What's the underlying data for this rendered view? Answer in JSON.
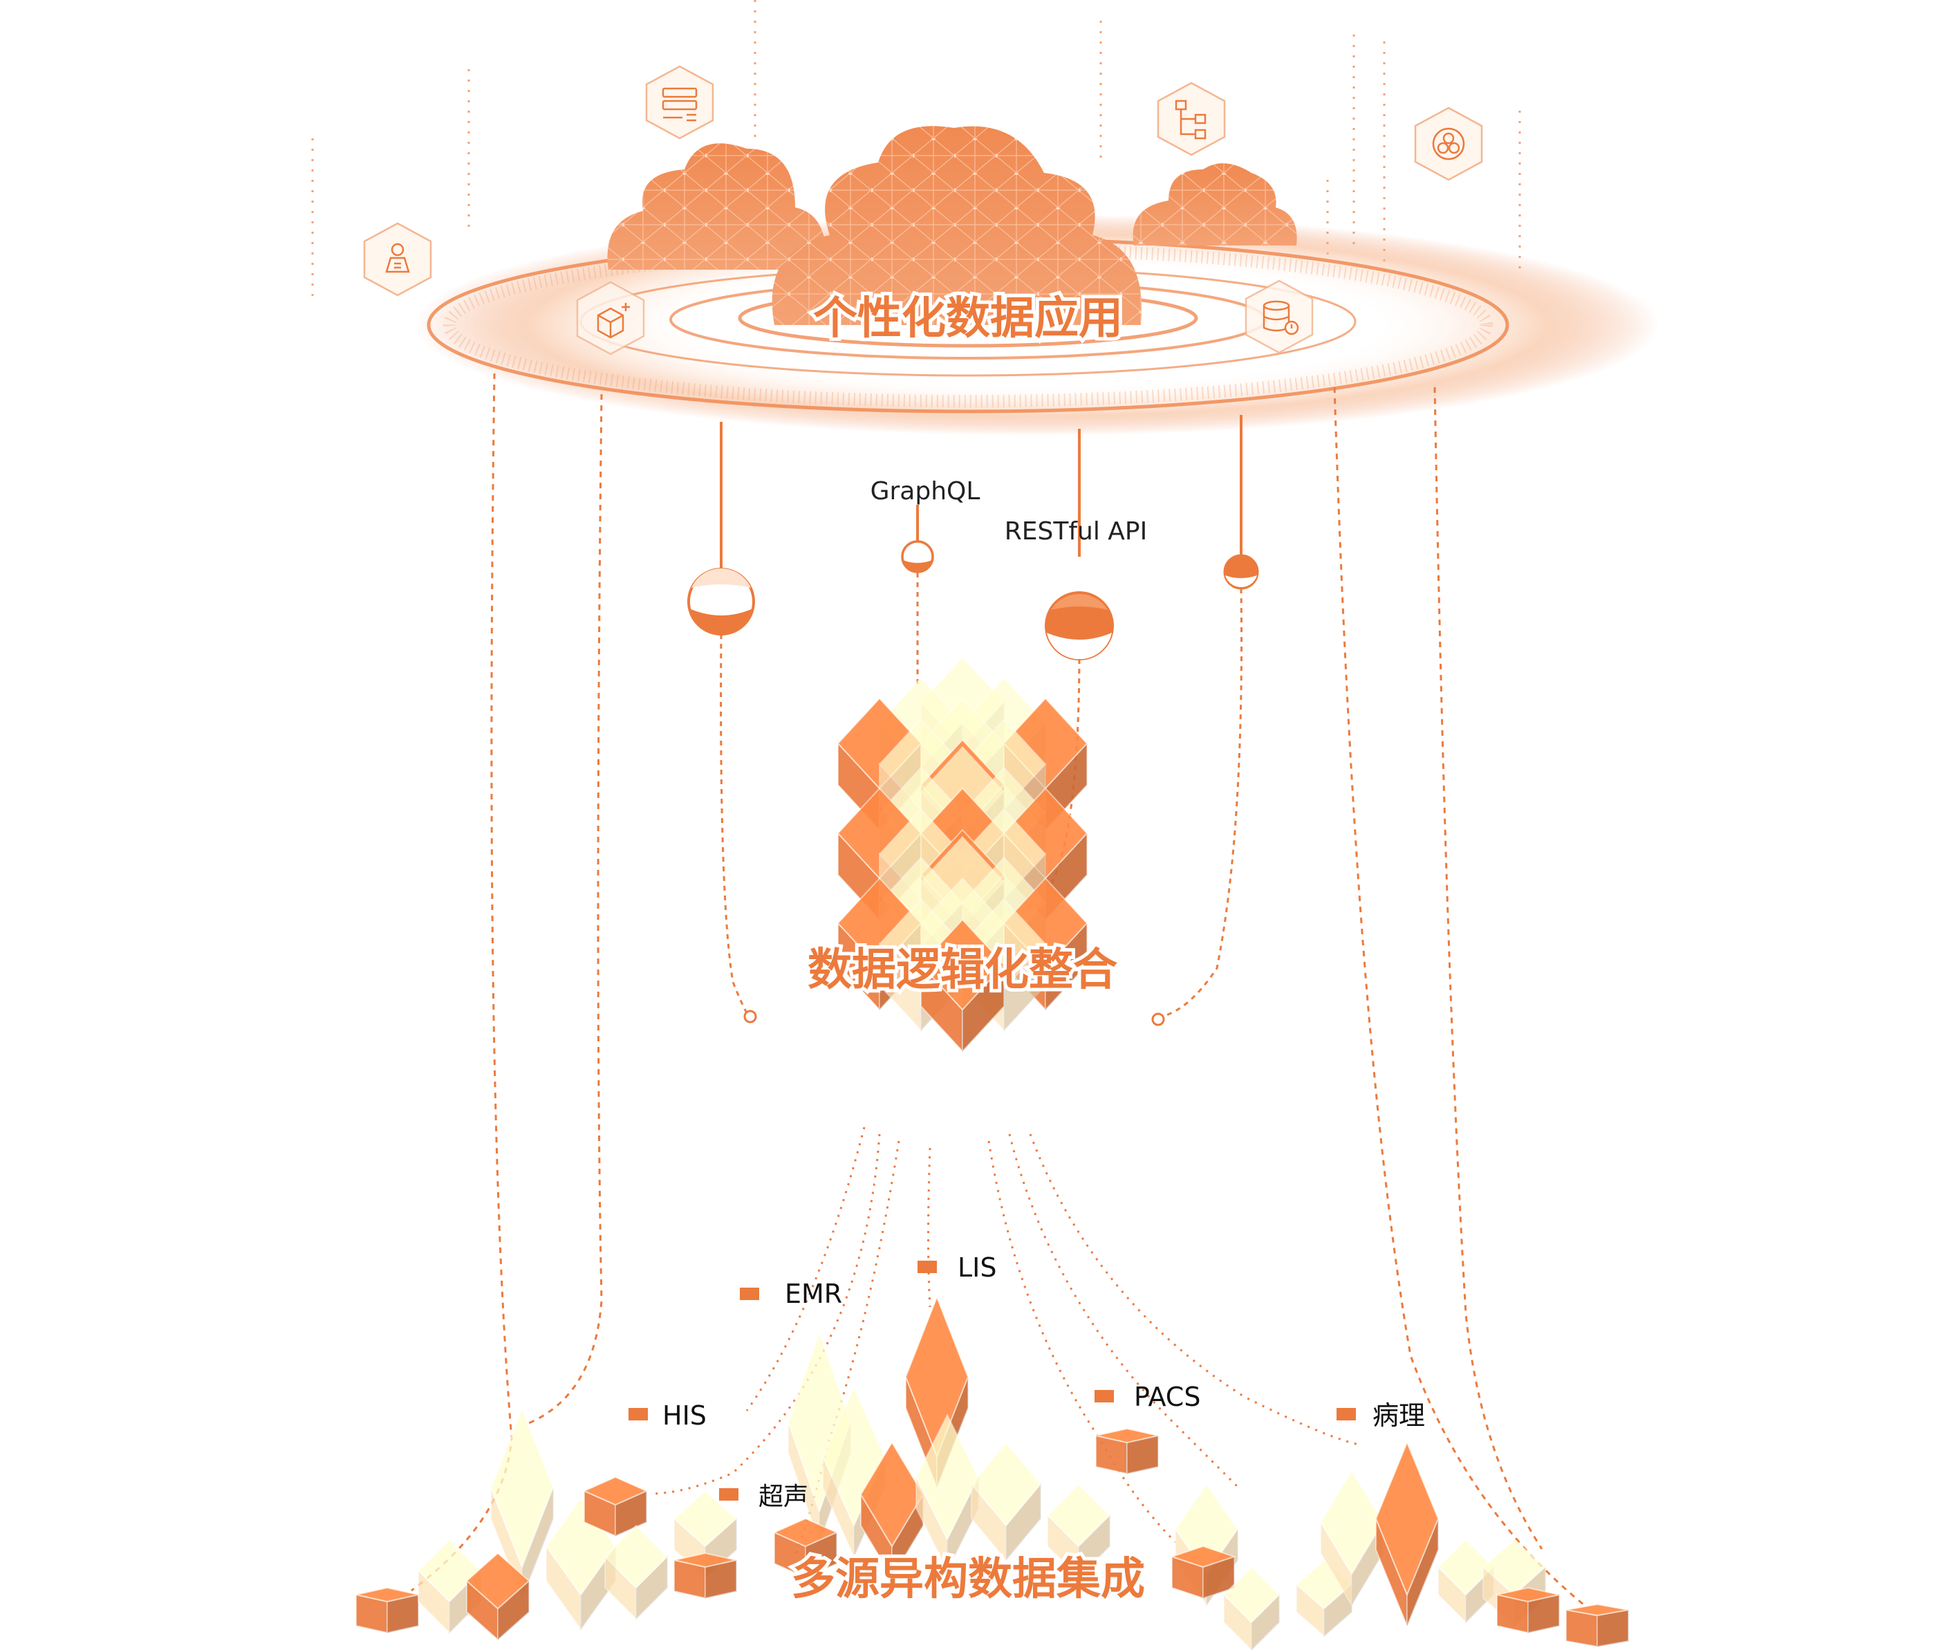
{
  "layers": {
    "top": "个性化数据应用",
    "middle": "数据逻辑化整合",
    "bottom": "多源异构数据集成"
  },
  "api_labels": [
    "GraphQL",
    "RESTful API"
  ],
  "sources": [
    "EMR",
    "LIS",
    "HIS",
    "PACS",
    "病理",
    "超声"
  ],
  "icons": [
    "person-icon",
    "server-icon",
    "box-icon",
    "flowchart-icon",
    "nodes-icon",
    "database-icon"
  ],
  "colors": {
    "accent": "#ec7a3c",
    "accent_dark": "#e06a2a",
    "light": "#fde3b8",
    "lighter": "#fff1dc",
    "line": "#f0a070"
  }
}
